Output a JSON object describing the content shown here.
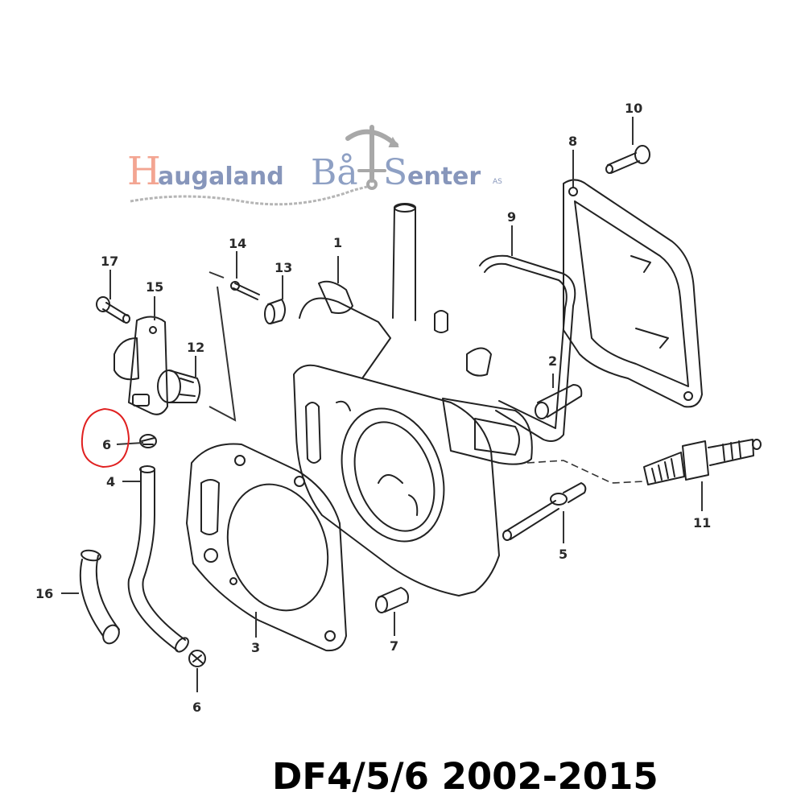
{
  "logo": {
    "word1_initial": "H",
    "word1_rest": "augaland",
    "word2": "Bå",
    "word3_initial": "S",
    "word3_rest": "enter",
    "suffix": "AS",
    "full_text": "Haugaland BåtSenter AS",
    "colors": {
      "initial_h": "#f3a592",
      "text": "#8796bb",
      "anchor": "#a8a8a8"
    }
  },
  "diagram": {
    "highlight": {
      "color": "#e02020",
      "encircled_label": "6"
    },
    "labels": {
      "p1": "1",
      "p2": "2",
      "p3": "3",
      "p4": "4",
      "p5": "5",
      "p6a": "6",
      "p6b": "6",
      "p7": "7",
      "p8": "8",
      "p9": "9",
      "p10": "10",
      "p11": "11",
      "p12": "12",
      "p13": "13",
      "p14": "14",
      "p15": "15",
      "p16": "16",
      "p17": "17"
    }
  },
  "title": "DF4/5/6 2002-2015"
}
